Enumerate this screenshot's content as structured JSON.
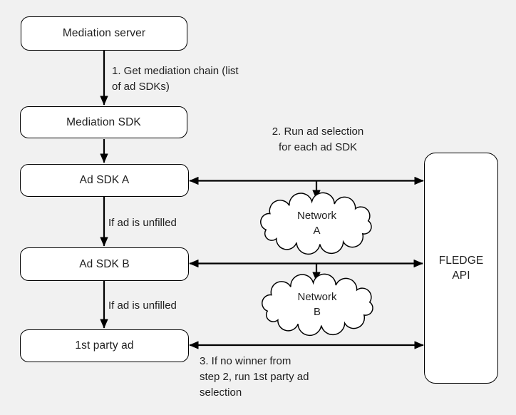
{
  "diagram": {
    "background_color": "#f1f1f1",
    "node_fill_color": "#ffffff",
    "line_color": "#000000",
    "text_color": "#1f1f1f"
  },
  "nodes": {
    "mediation_server": "Mediation server",
    "mediation_sdk": "Mediation SDK",
    "ad_sdk_a": "Ad SDK A",
    "ad_sdk_b": "Ad SDK B",
    "first_party_ad": "1st party ad",
    "fledge_api": "FLEDGE\nAPI"
  },
  "clouds": {
    "network_a": "Network\nA",
    "network_b": "Network\nB"
  },
  "annotations": {
    "step1": "1. Get mediation chain (list\nof ad SDKs)",
    "step2": "2. Run ad selection\nfor each ad SDK",
    "unfilled_a": "If ad is unfilled",
    "unfilled_b": "If ad is unfilled",
    "step3": "3. If no winner from\nstep 2, run 1st party ad\nselection"
  }
}
